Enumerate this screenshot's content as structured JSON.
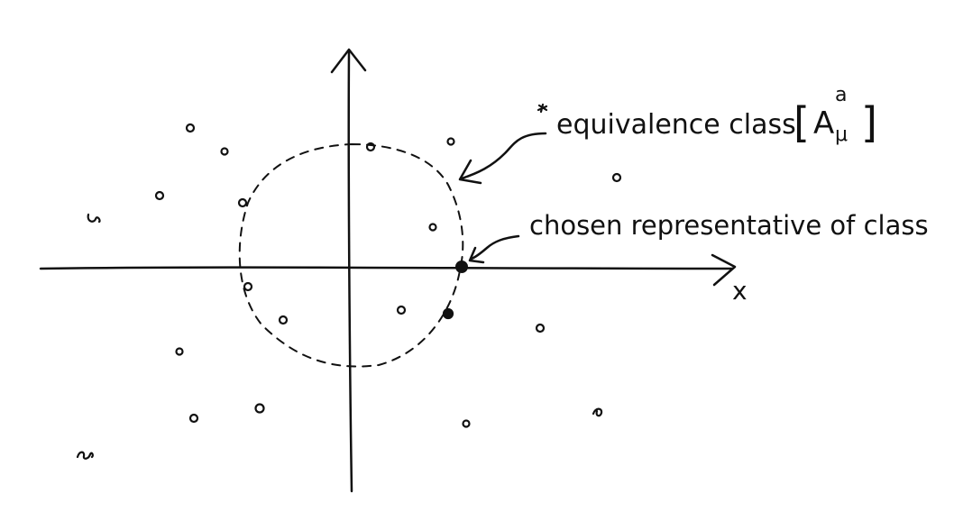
{
  "labels": {
    "equivalence_class": "equivalence class",
    "bracket_open": "[",
    "A_symbol": "A",
    "A_superscript": "a",
    "A_subscript": "μ",
    "bracket_close": "]",
    "chosen_representative": "chosen representative of class",
    "x_axis": "x"
  },
  "colors": {
    "ink": "#111111",
    "background": "#ffffff"
  }
}
